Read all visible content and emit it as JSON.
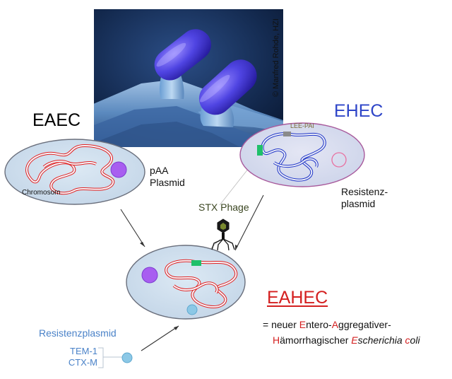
{
  "labels": {
    "eaec_title": "EAEC",
    "ehec_title": "EHEC",
    "eahec_title": "EAHEC",
    "photo_credit": "© Manfred Rohde, HZI",
    "paa_plasmid": "pAA Plasmid",
    "chromosome": "Chromosom",
    "lee_pai": "LEE-PAI",
    "resistenz_plasmid_ehec": "Resistenz-plasmid",
    "stx_phage": "STX Phage",
    "resistenzplasmid": "Resistenzplasmid",
    "tem_ctx": "TEM-1 CTX-M"
  },
  "definition": {
    "prefix": "= neuer ",
    "w1_initial": "E",
    "w1_rest": "ntero-",
    "w2_initial": "A",
    "w2_rest": "ggregativer-",
    "w3_initial": "H",
    "w3_rest": "ämorrhagischer ",
    "w4_initial": "E",
    "w4_rest": "scherichia ",
    "w5_initial": "c",
    "w5_rest": "oli"
  },
  "colors": {
    "eaec_chromosome": "#e02020",
    "ehec_chromosome": "#1f35c8",
    "ehec_title": "#2e45c8",
    "eahec_title": "#d42020",
    "cell_fill": "#cfe0ee",
    "plasmid_purple": "#a85ef0",
    "plasmid_pink": "#e870a0",
    "plasmid_blue": "#8cc8e6",
    "stx_gene": "#1fc06a",
    "resistenz_text": "#4a82c8"
  },
  "icons": {
    "phage": "bacteriophage-icon",
    "micrograph": "bacteria-micrograph"
  }
}
